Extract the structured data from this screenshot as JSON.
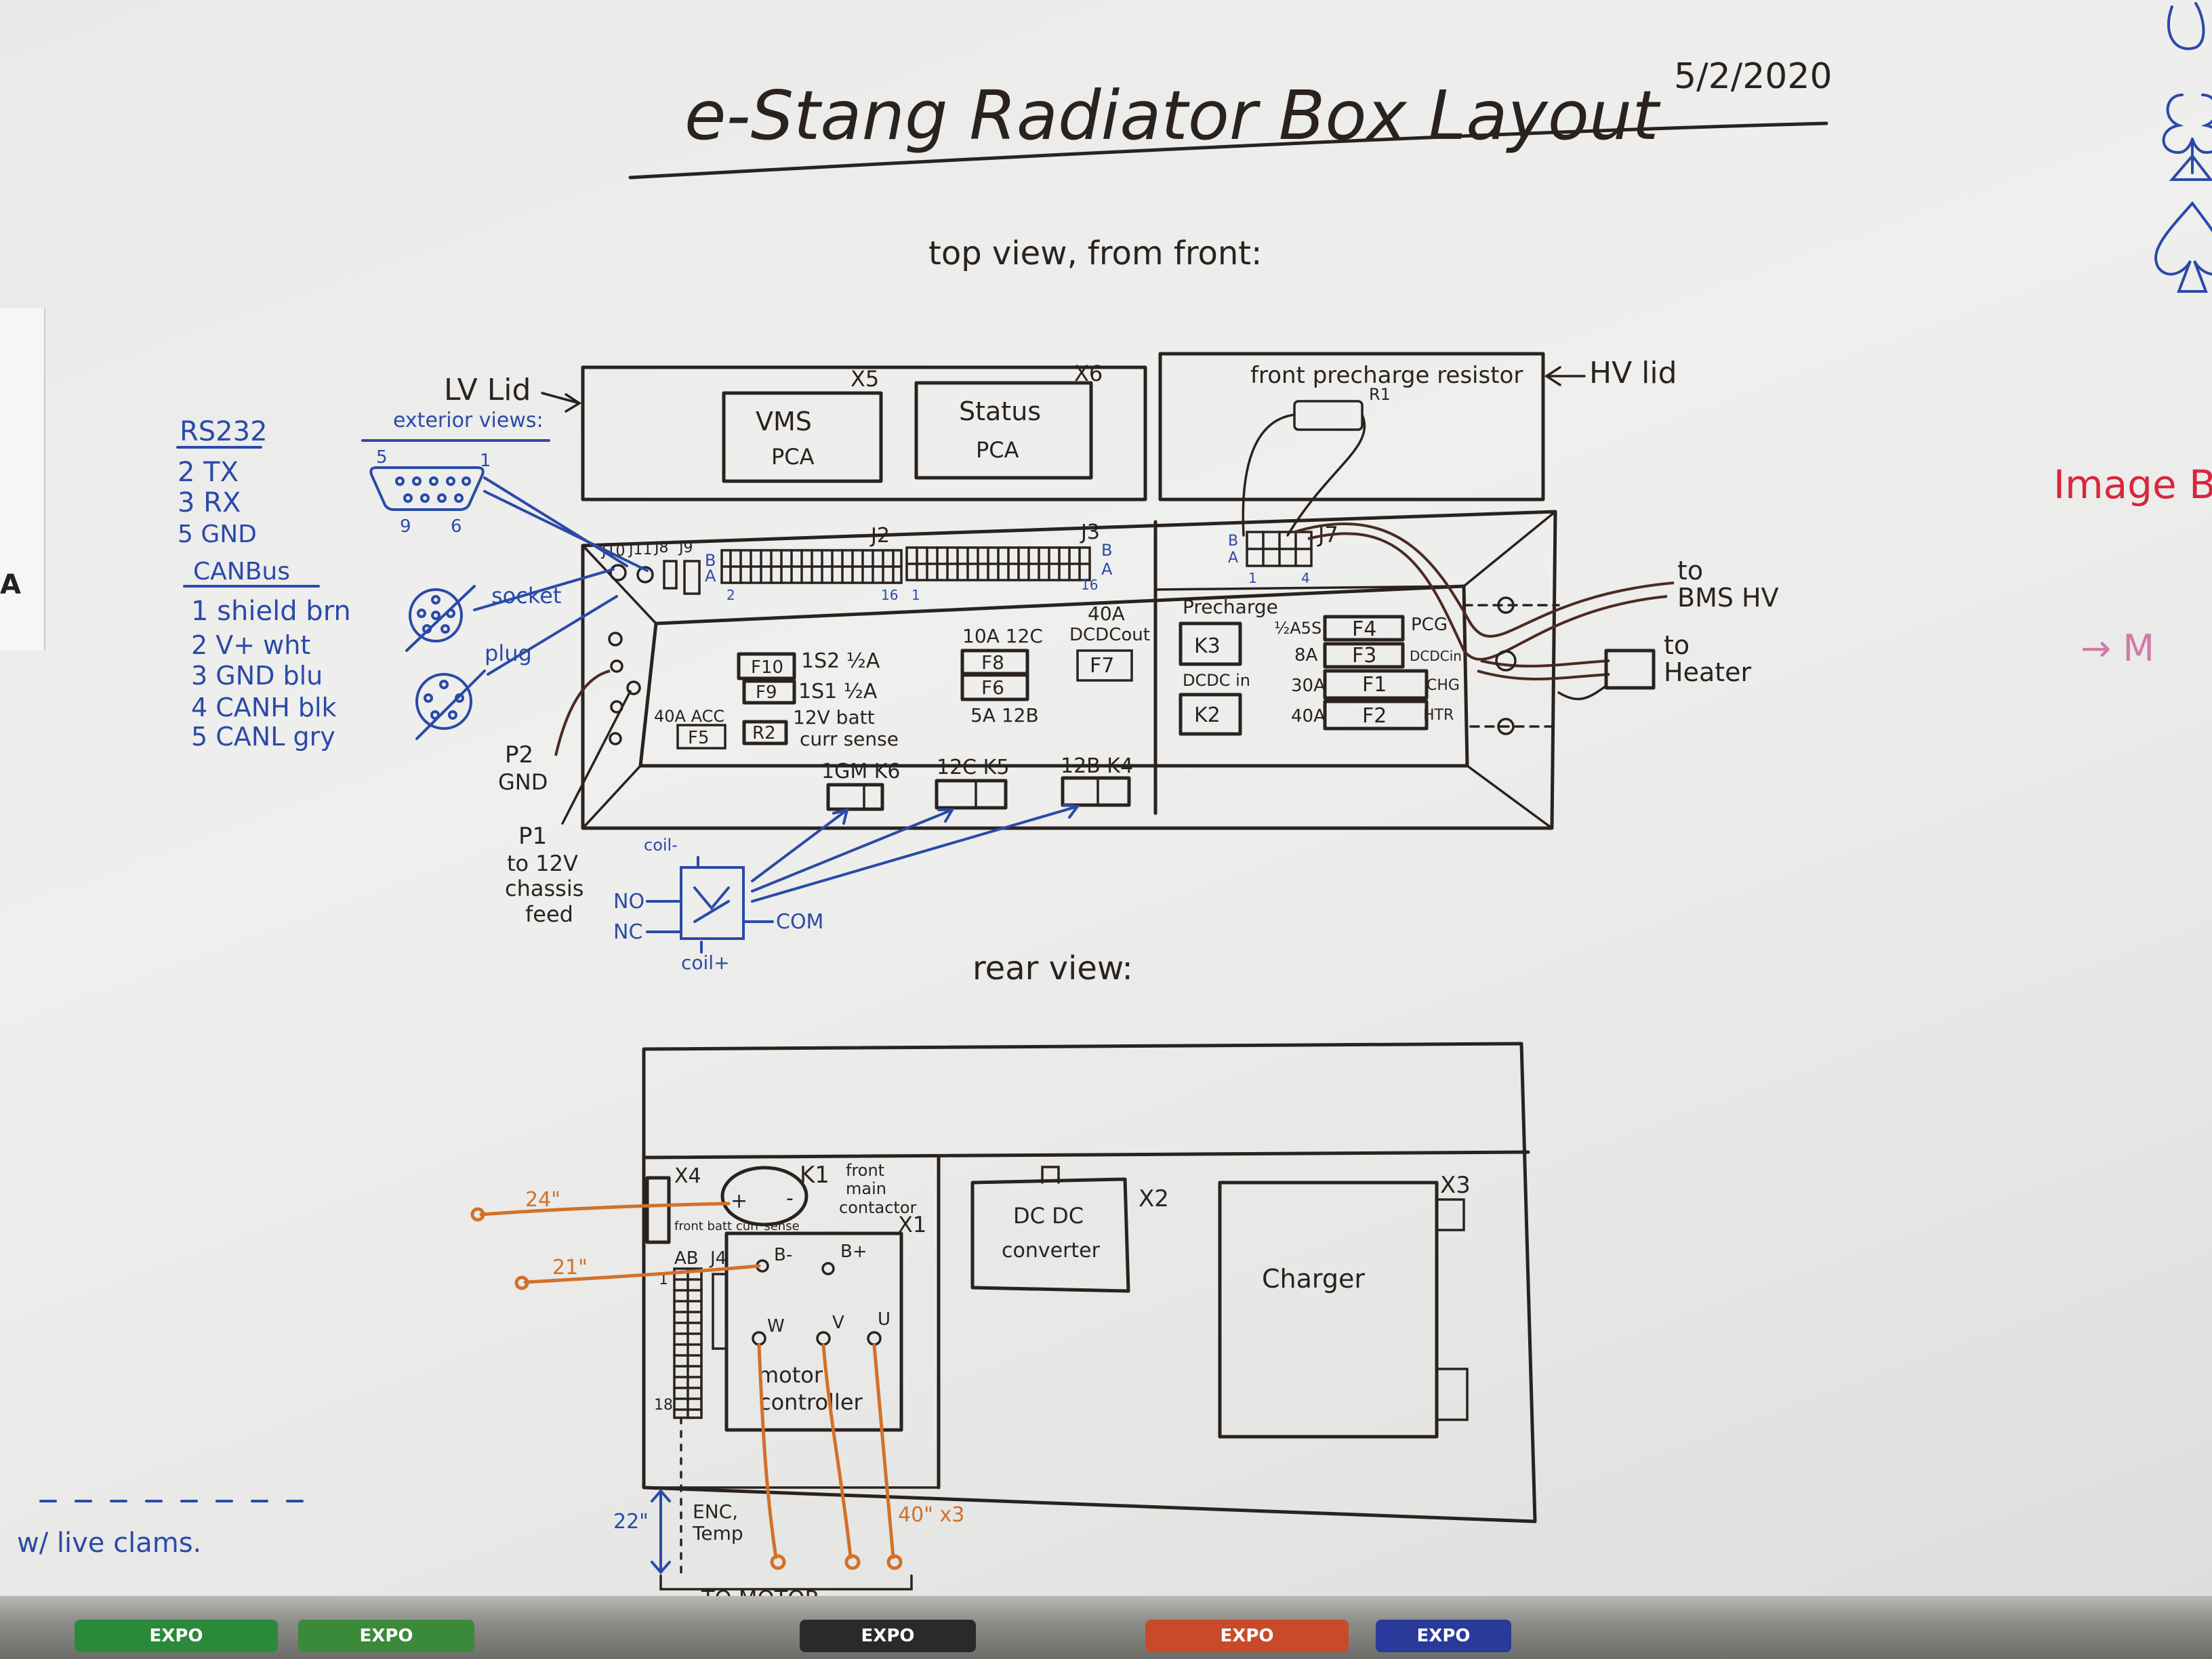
{
  "title": "e-Stang Radiator Box Layout",
  "date": "5/2/2020",
  "top_view": {
    "heading": "top view, from front:",
    "lv_lid": "LV Lid",
    "hv_lid": "HV lid",
    "x5": "X5",
    "x6": "X6",
    "vms_pca_1": "VMS",
    "vms_pca_2": "PCA",
    "status_pca_1": "Status",
    "status_pca_2": "PCA",
    "precharge_resistor": "front precharge resistor",
    "r1": "R1",
    "j10": "J10",
    "j11": "J11",
    "j8": "J8",
    "j9": "J9",
    "j2": "J2",
    "j3": "J3",
    "j7": "J7",
    "b": "B",
    "a": "A",
    "n1": "1",
    "n2": "2",
    "n4": "4",
    "n16": "16",
    "to_bms_hv_1": "to",
    "to_bms_hv_2": "BMS HV",
    "to_heater_1": "to",
    "to_heater_2": "Heater",
    "fuses": {
      "f10": "F10",
      "f10_desc": "1S2 ½A",
      "f9": "F9",
      "f9_desc": "1S1 ½A",
      "f8": "F8",
      "f6": "F6",
      "f8_rating": "10A 12C",
      "f6_rating": "5A 12B",
      "f7": "F7",
      "f7_rating_1": "40A",
      "f7_rating_2": "DCDCout",
      "f5": "F5",
      "f5_rating": "40A ACC",
      "r2": "R2",
      "r2_desc_1": "12V batt",
      "r2_desc_2": "curr sense",
      "f4": "F4",
      "f4_rating": "½A5S",
      "f4_label": "PCG",
      "f3": "F3",
      "f3_rating": "8A",
      "f3_label": "DCDCin",
      "f1": "F1",
      "f1_rating": "30A",
      "f1_label": "CHG",
      "f2": "F2",
      "f2_rating": "40A",
      "f2_label": "HTR"
    },
    "relays": {
      "precharge": "Precharge",
      "k3": "K3",
      "dcdc_in": "DCDC in",
      "k2": "K2",
      "k6_label": "1GM K6",
      "k5_label": "12C K5",
      "k4_label": "12B K4"
    },
    "p2": "P2",
    "gnd": "GND",
    "p1_1": "P1",
    "p1_2": "to 12V",
    "p1_3": "chassis",
    "p1_4": "feed"
  },
  "left_notes": {
    "rs232": "RS232",
    "rs_rows": [
      "2 TX",
      "3 RX",
      "5 GND"
    ],
    "canbus": "CANBus",
    "can_rows": [
      "1 shield brn",
      "2 V+ wht",
      "3 GND blu",
      "4 CANH blk",
      "5 CANL gry"
    ],
    "exterior": "exterior views:",
    "socket": "socket",
    "plug": "plug",
    "db9_5": "5",
    "db9_1": "1",
    "db9_9": "9",
    "db9_6": "6"
  },
  "relay_detail": {
    "coil_minus": "coil-",
    "coil_plus": "coil+",
    "no": "NO",
    "nc": "NC",
    "com": "COM"
  },
  "rear_view": {
    "heading": "rear view:",
    "x4": "X4",
    "front_batt": "front batt curr sense",
    "k1": "K1",
    "k1_desc_1": "front",
    "k1_desc_2": "main",
    "k1_desc_3": "contactor",
    "plus": "+",
    "minus": "-",
    "len_24": "24\"",
    "len_21": "21\"",
    "len_22": "22\"",
    "len_40": "40\" x3",
    "ab": "AB",
    "j4": "J4",
    "n18": "18",
    "b_minus": "B-",
    "b_plus": "B+",
    "x1": "X1",
    "w": "W",
    "v": "V",
    "u": "U",
    "motor_1": "motor",
    "motor_2": "controller",
    "dcdc_1": "DC DC",
    "dcdc_2": "converter",
    "x2": "X2",
    "x3": "X3",
    "charger": "Charger",
    "enc_1": "ENC,",
    "enc_2": "Temp",
    "to_motor": "TO MOTOR"
  },
  "margin_notes": {
    "live_clams": "w/ live clams.",
    "image_b": "Image B",
    "arrow_m": "→ M"
  },
  "markers": [
    "EXPO",
    "EXPO",
    "EXPO",
    "EXPO",
    "EXPO"
  ]
}
